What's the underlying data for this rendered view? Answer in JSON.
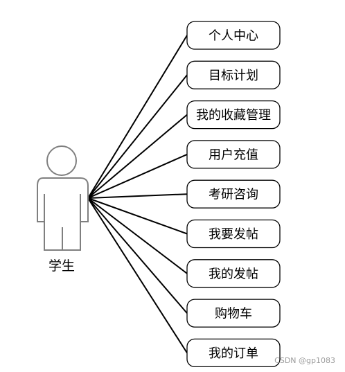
{
  "actor": {
    "label": "学生"
  },
  "use_cases": [
    {
      "label": "个人中心"
    },
    {
      "label": "目标计划"
    },
    {
      "label": "我的收藏管理"
    },
    {
      "label": "用户充值"
    },
    {
      "label": "考研咨询"
    },
    {
      "label": "我要发帖"
    },
    {
      "label": "我的发帖"
    },
    {
      "label": "购物车"
    },
    {
      "label": "我的订单"
    }
  ],
  "watermark": "CSDN @gp1083",
  "colors": {
    "line": "#000000",
    "actor_stroke": "#7f7f7f",
    "box_fill": "#ffffff"
  }
}
